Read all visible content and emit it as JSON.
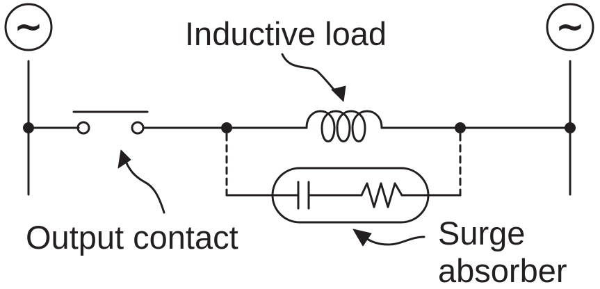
{
  "labels": {
    "inductive_load": "Inductive load",
    "output_contact": "Output contact",
    "surge_absorber_line1": "Surge",
    "surge_absorber_line2": "absorber"
  },
  "sources": {
    "left_symbol": "~",
    "right_symbol": "~"
  },
  "colors": {
    "ink": "#231f20",
    "background": "#ffffff"
  }
}
